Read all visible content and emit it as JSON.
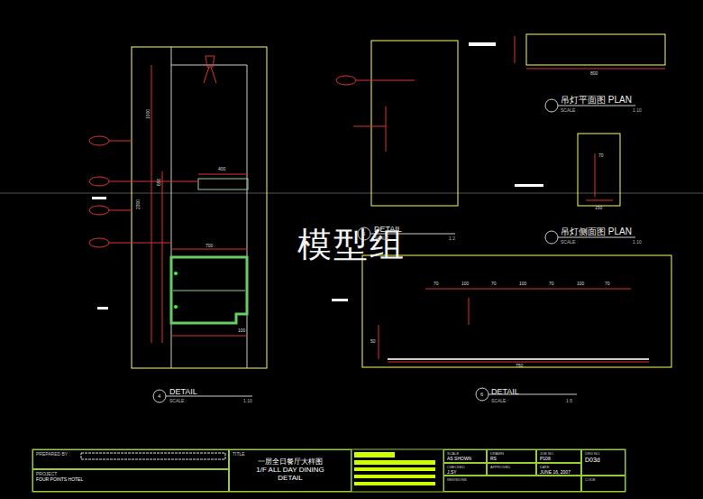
{
  "diagram": {
    "nodes": [
      {
        "text": [
          "PREPARED BY :"
        ]
      },
      {
        "text": [
          "PROJECT",
          "FOUR POINTS HOTEL"
        ]
      },
      {
        "text": [
          "TITLE",
          "一层全日餐厅大样图",
          "1/F ALL DAY DINING DETAIL"
        ]
      },
      {
        "text": [
          "SCALE",
          "AS SHOWN"
        ]
      },
      {
        "text": [
          "DRAWN",
          "RS"
        ]
      },
      {
        "text": [
          "JOB NO.",
          "P108"
        ]
      },
      {
        "text": [
          "DRG NO.",
          "D03d"
        ]
      },
      {
        "text": [
          "CHECKED",
          "J.SY"
        ]
      },
      {
        "text": [
          "APPROVED"
        ]
      },
      {
        "text": [
          "DATE",
          "JUNE 16, 2007"
        ]
      },
      {
        "text": [
          "REVISIONS"
        ]
      },
      {
        "text": [
          "CODE"
        ]
      }
    ],
    "labels": [
      "模型组",
      "DETAIL",
      "SCALE :",
      "1:10",
      "4",
      "DETAIL",
      "SCALE :",
      "1:2",
      "5",
      "吊灯平面图 PLAN",
      "SCALE :",
      "1:10",
      "800",
      "吊灯侧面图 PLAN",
      "SCALE :",
      "1:10",
      "150",
      "70",
      "DETAIL",
      "SCALE :",
      "1:5",
      "6",
      "70",
      "100",
      "70",
      "100",
      "70",
      "100",
      "70",
      "750",
      "50",
      "400",
      "700",
      "100",
      "1000",
      "650",
      "2300"
    ]
  }
}
